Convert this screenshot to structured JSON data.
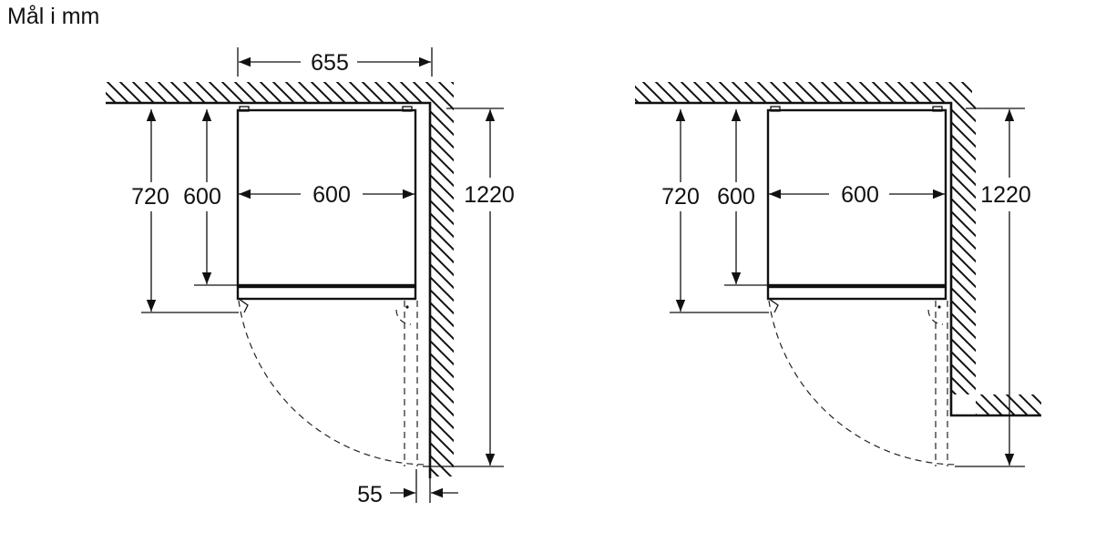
{
  "caption": "Mål i mm",
  "left_view": {
    "total_depth": "655",
    "height_with_door": "720",
    "cabinet_depth": "600",
    "cabinet_width": "600",
    "opening_depth": "1220",
    "side_gap": "55"
  },
  "right_view": {
    "height_with_door": "720",
    "cabinet_depth": "600",
    "cabinet_width": "600",
    "opening_depth": "1220"
  }
}
